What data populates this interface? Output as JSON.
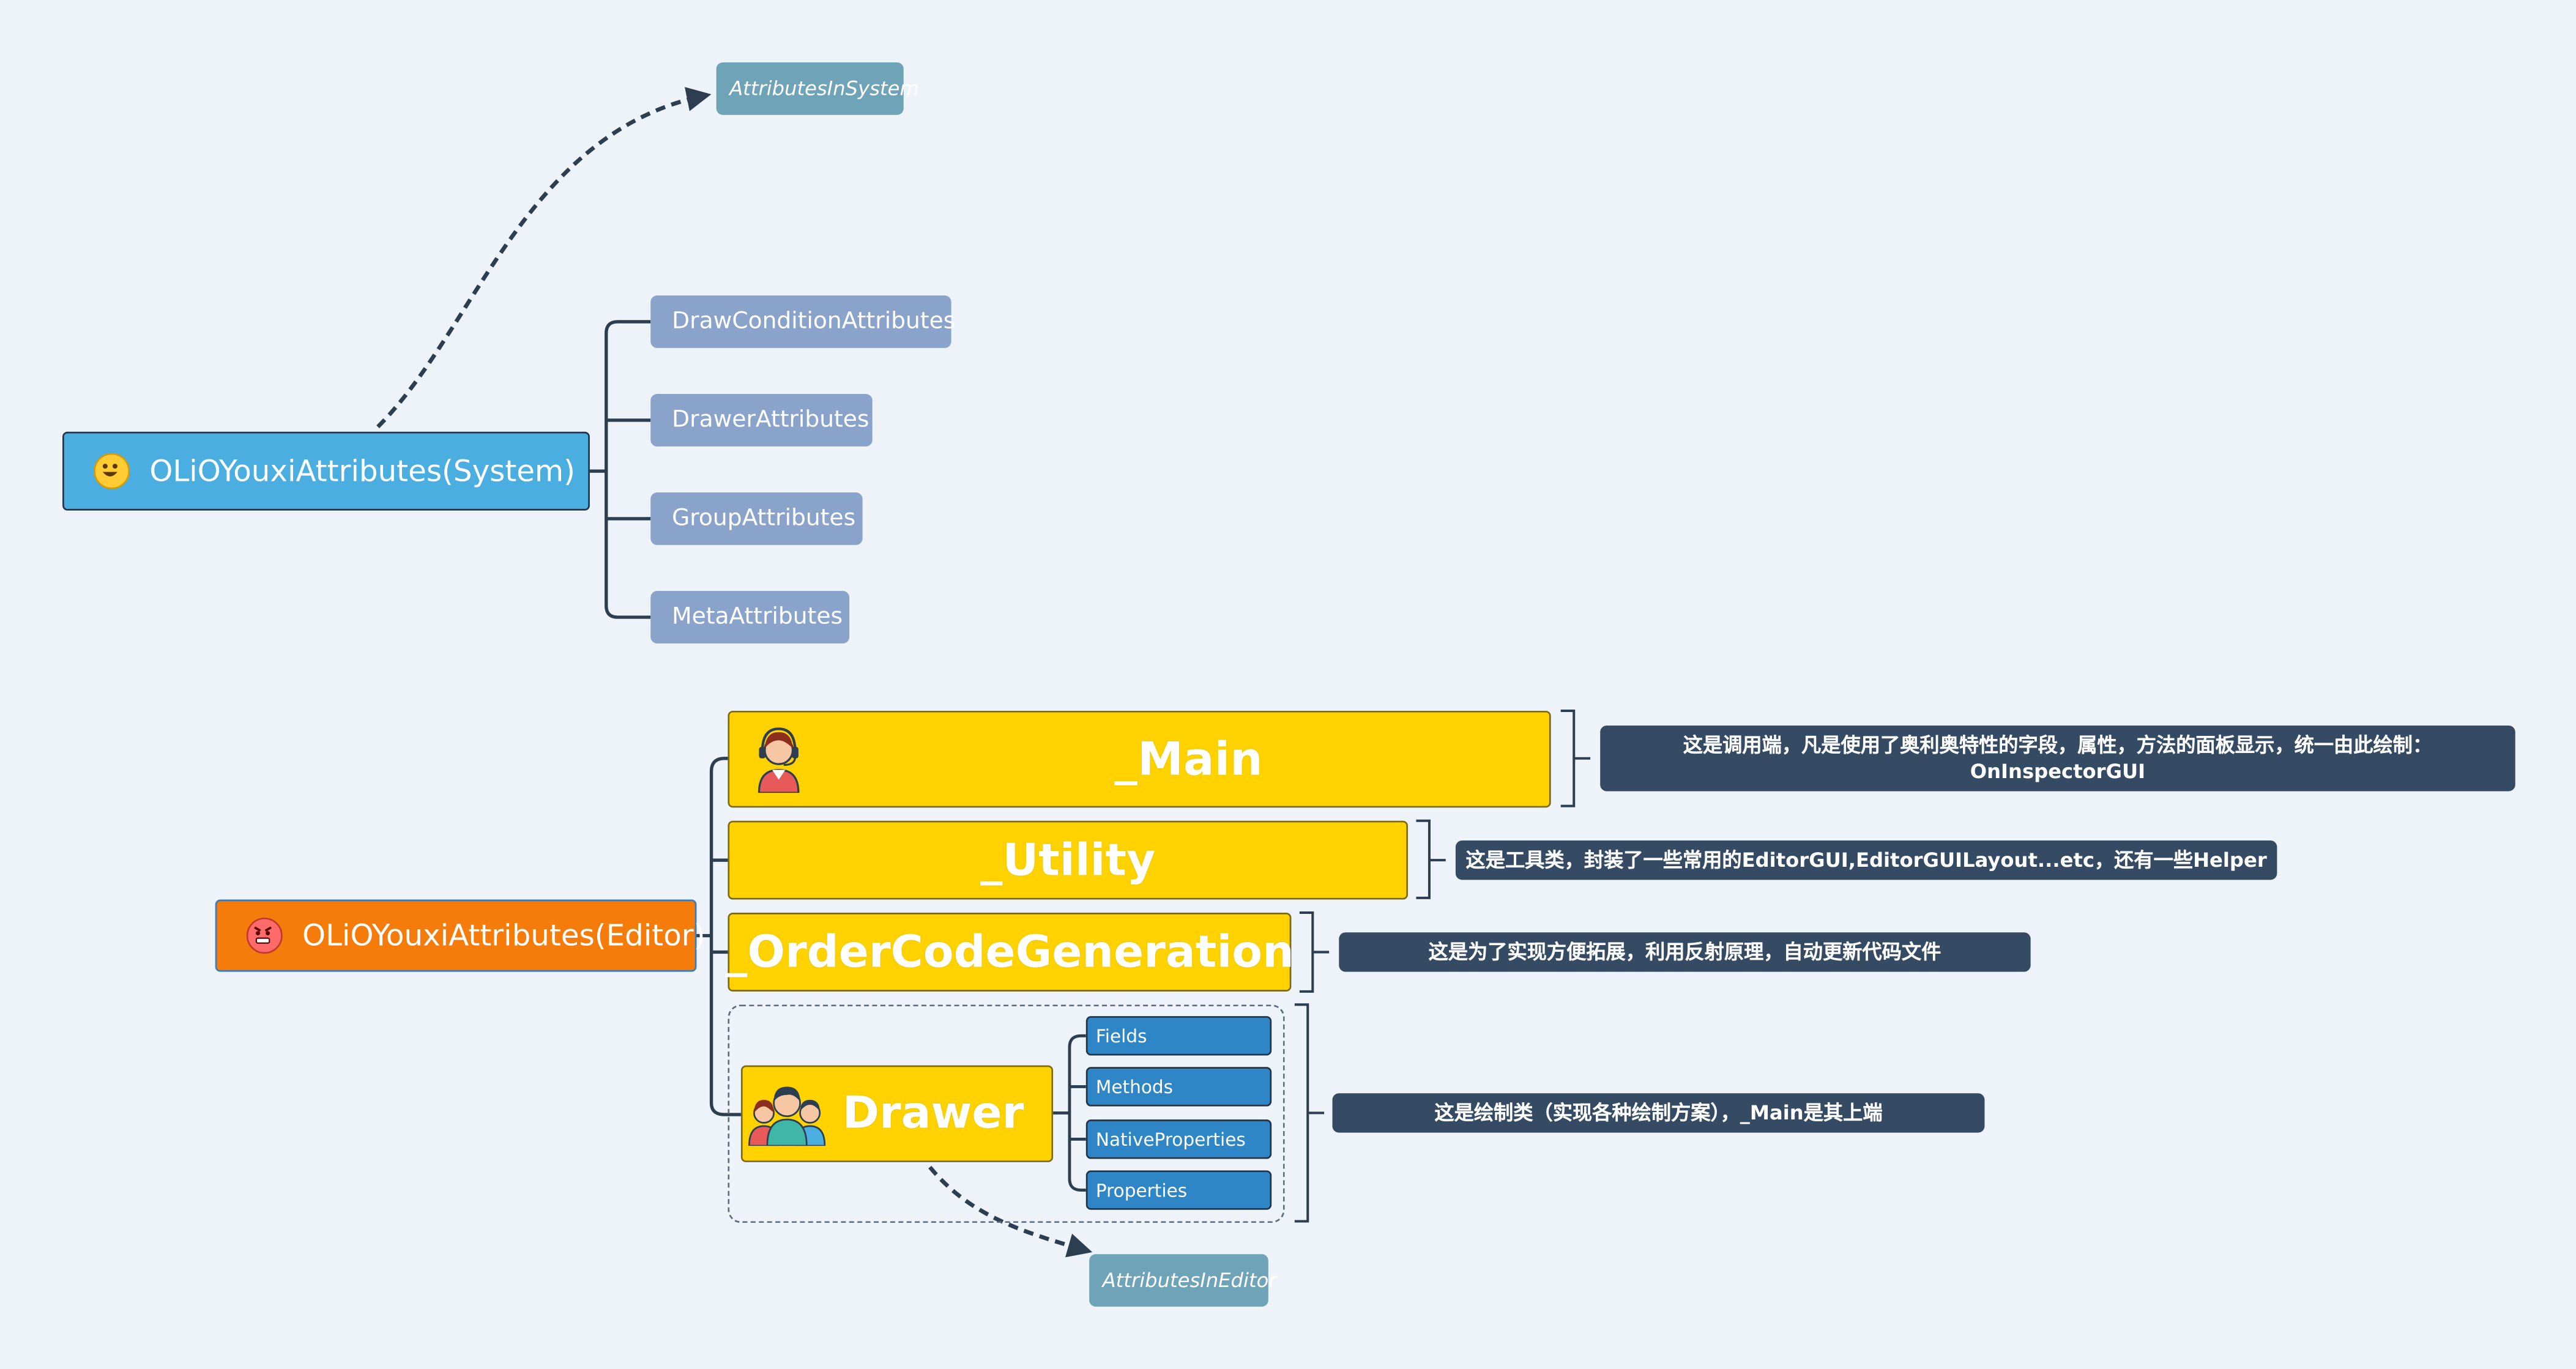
{
  "root_system": {
    "label": "OLiOYouxiAttributes(System)",
    "icon": "smiling-face-icon"
  },
  "system_reference": {
    "label": "AttributesInSystem"
  },
  "system_children": [
    {
      "label": "DrawConditionAttributes"
    },
    {
      "label": "DrawerAttributes"
    },
    {
      "label": "GroupAttributes"
    },
    {
      "label": "MetaAttributes"
    }
  ],
  "root_editor": {
    "label": "OLiOYouxiAttributes(Editor)",
    "icon": "angry-face-icon"
  },
  "editor_children": {
    "main": {
      "label": "_Main",
      "icon": "headset-support-person-icon",
      "note": "这是调用端，凡是使用了奥利奥特性的字段，属性，方法的面板显示，统一由此绘制：OnInspectorGUI"
    },
    "utility": {
      "label": "_Utility",
      "note": "这是工具类，封装了一些常用的EditorGUI,EditorGUILayout...etc，还有一些Helper"
    },
    "ordercode": {
      "label": "_OrderCodeGeneration",
      "note": "这是为了实现方便拓展，利用反射原理，自动更新代码文件"
    },
    "drawer": {
      "label": "Drawer",
      "icon": "people-group-icon",
      "note": "这是绘制类（实现各种绘制方案），_Main是其上端",
      "children": [
        {
          "label": "Fields"
        },
        {
          "label": "Methods"
        },
        {
          "label": "NativeProperties"
        },
        {
          "label": "Properties"
        }
      ]
    }
  },
  "editor_reference": {
    "label": "AttributesInEditor"
  },
  "colors": {
    "background": "#edf3f9",
    "system_root": "#4aaee0",
    "editor_root": "#f57c0b",
    "subtopic": "#8aa3cb",
    "reference": "#6fa3b8",
    "yellow_topic": "#ffd200",
    "leaf": "#2f86c6",
    "note": "#354a63",
    "line": "#2d3e50"
  }
}
